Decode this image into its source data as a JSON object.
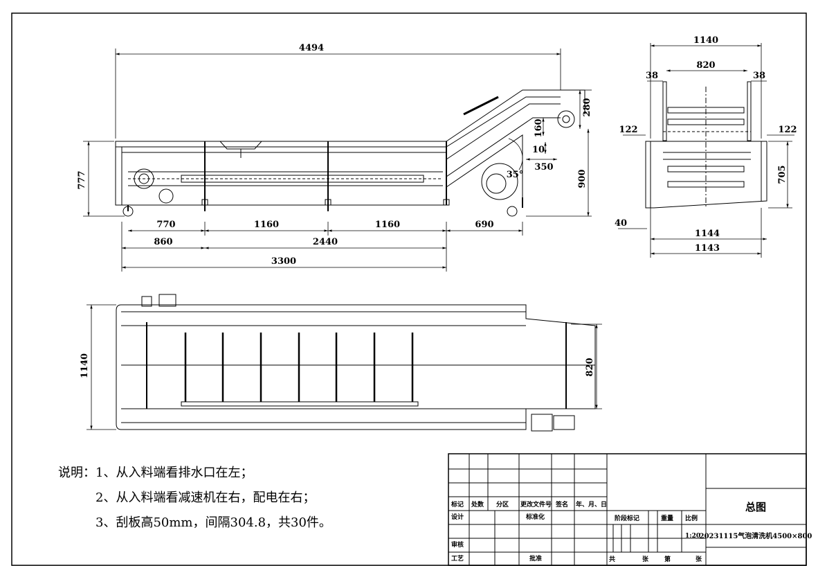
{
  "side_view": {
    "dims": {
      "overall_length": "4494",
      "height_left": "777",
      "height_right": "900",
      "top_roller": "280",
      "rise_160": "160",
      "rise_10": "10",
      "offset_350": "350",
      "angle": "35°",
      "seg_770": "770",
      "seg_1160_a": "1160",
      "seg_1160_b": "1160",
      "seg_690": "690",
      "seg_860": "860",
      "seg_2440": "2440",
      "seg_3300": "3300"
    }
  },
  "end_view": {
    "dims": {
      "width_1140": "1140",
      "width_820": "820",
      "side_38_left": "38",
      "side_38_right": "38",
      "flange_122_left": "122",
      "flange_122_right": "122",
      "height_705": "705",
      "foot_40": "40",
      "bottom_1144": "1144",
      "bottom_1143": "1143"
    }
  },
  "plan_view": {
    "dims": {
      "width_1140": "1140",
      "belt_820": "820"
    }
  },
  "notes": [
    "说明：1、从入料端看排水口在左；",
    "2、从入料端看减速机在右，配电在右；",
    "3、刮板高50mm，间隔304.8，共30件。"
  ],
  "title_block": {
    "headers": [
      "标记",
      "处数",
      "分区",
      "更改文件号",
      "签名",
      "年、月、日"
    ],
    "design": "设计",
    "standardization": "标准化",
    "review": "审核",
    "process": "工艺",
    "approve": "批准",
    "stage_mark": "阶段标记",
    "weight": "重量",
    "scale_label": "比例",
    "scale": "1:20",
    "total": "共",
    "sheet_unit_a": "张",
    "seq": "第",
    "sheet_unit_b": "张",
    "drawing_title": "总图",
    "drawing_number": "20231115气泡清洗机4500×800"
  }
}
